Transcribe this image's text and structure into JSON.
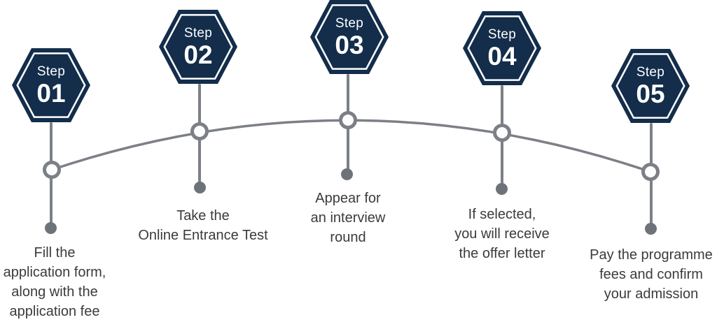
{
  "diagram_type": "process-timeline",
  "colors": {
    "bg": "#ffffff",
    "hex_fill": "#132d4b",
    "hex_outline": "#ffffff",
    "line": "#7c8086",
    "node_ring": "#7c8086",
    "node_fill": "#fcfdfd",
    "dot": "#6e737a",
    "text": "#3b3b3d"
  },
  "steps": [
    {
      "label": "Step",
      "number": "01",
      "description_lines": [
        "Fill the",
        "application form,",
        "along with the",
        "application fee"
      ]
    },
    {
      "label": "Step",
      "number": "02",
      "description_lines": [
        "Take the",
        "Online Entrance Test"
      ]
    },
    {
      "label": "Step",
      "number": "03",
      "description_lines": [
        "Appear for",
        "an interview",
        "round"
      ]
    },
    {
      "label": "Step",
      "number": "04",
      "description_lines": [
        "If selected,",
        "you will receive",
        "the offer letter"
      ]
    },
    {
      "label": "Step",
      "number": "05",
      "description_lines": [
        "Pay the programme",
        "fees and confirm",
        "your admission"
      ]
    }
  ]
}
